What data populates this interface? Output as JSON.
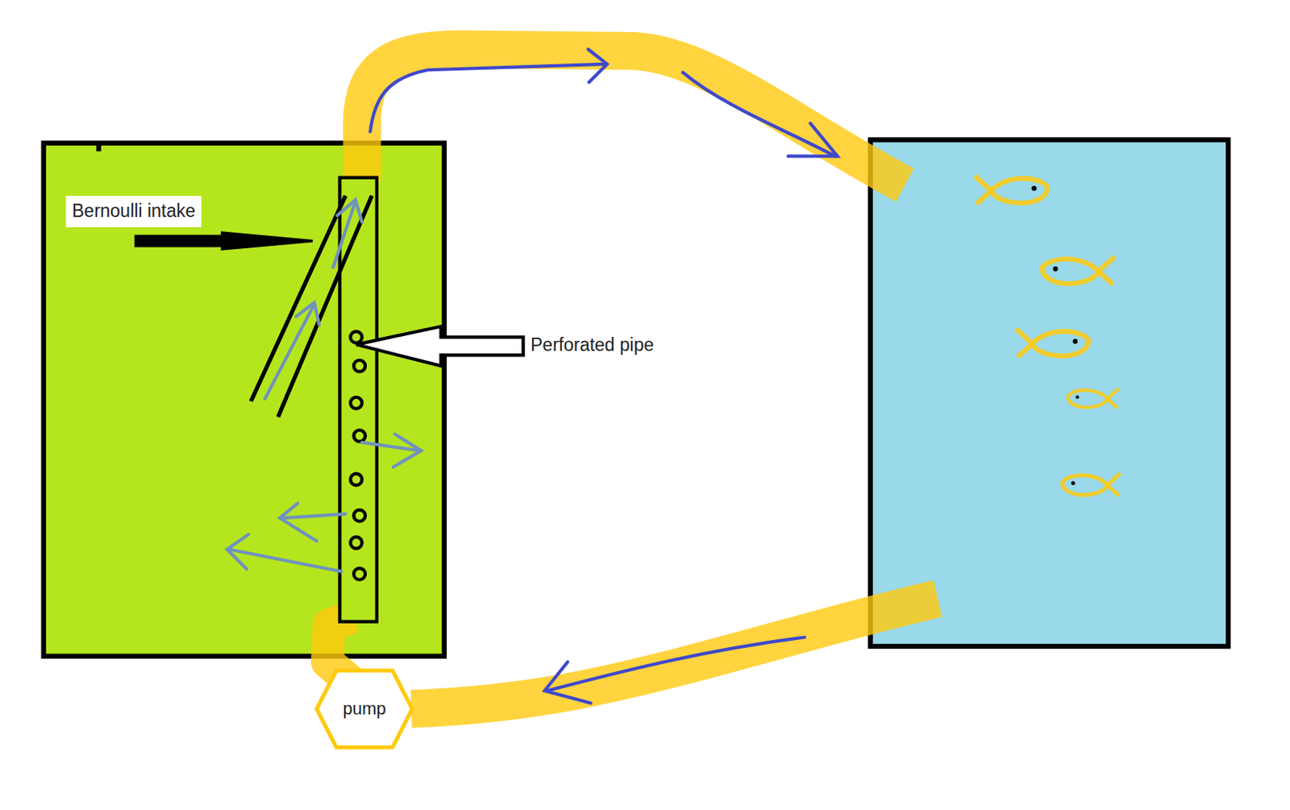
{
  "diagram": {
    "nodes": [
      {
        "text": [
          "pump"
        ]
      }
    ],
    "labels": [
      "Bernoulli intake",
      "Perforated pipe"
    ]
  }
}
